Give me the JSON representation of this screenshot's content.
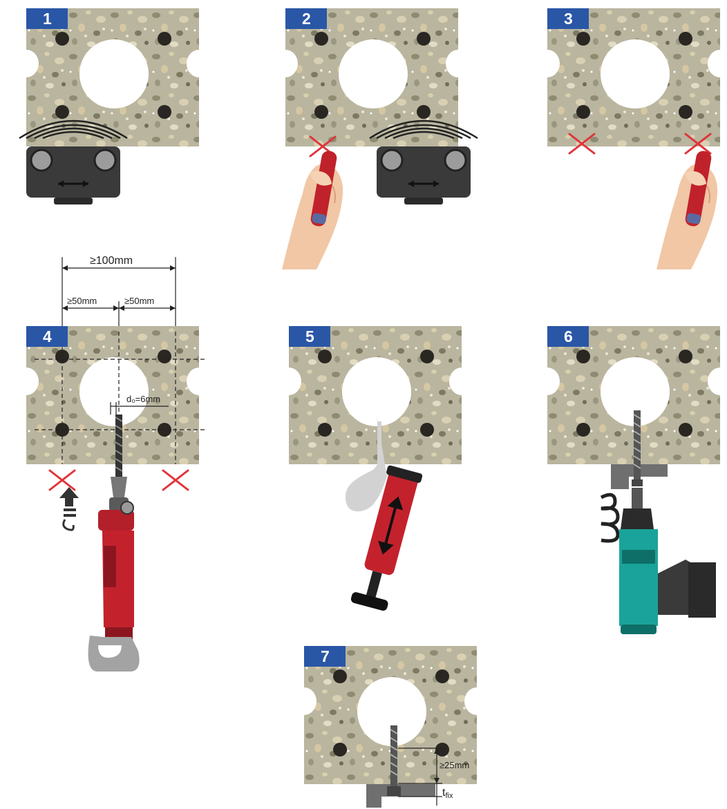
{
  "steps": [
    {
      "number": "1"
    },
    {
      "number": "2"
    },
    {
      "number": "3"
    },
    {
      "number": "4"
    },
    {
      "number": "5"
    },
    {
      "number": "6"
    },
    {
      "number": "7"
    }
  ],
  "dimensions": {
    "min_spacing_total": "≥100mm",
    "min_edge_left": "≥50mm",
    "min_edge_right": "≥50mm",
    "drill_diameter": "d₀=6mm",
    "min_embedment": "≥25mm",
    "t_fix": "t",
    "t_fix_sub": "fix"
  },
  "colors": {
    "badge": "#2a56a6",
    "concrete": "#b9b5a0",
    "marker_red": "#e0343a",
    "drill_red": "#b3202a",
    "driver_teal": "#1aa39a",
    "device_dark": "#3c3c3c"
  }
}
